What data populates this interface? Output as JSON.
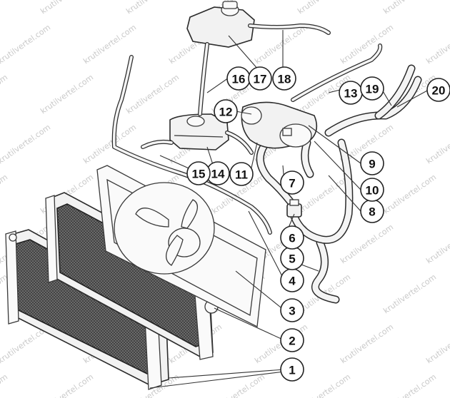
{
  "watermark": {
    "text": "krutilvertel.com"
  },
  "callouts": [
    {
      "id": "1",
      "label": "1"
    },
    {
      "id": "2",
      "label": "2"
    },
    {
      "id": "3",
      "label": "3"
    },
    {
      "id": "4",
      "label": "4"
    },
    {
      "id": "5",
      "label": "5"
    },
    {
      "id": "6",
      "label": "6"
    },
    {
      "id": "7",
      "label": "7"
    },
    {
      "id": "8",
      "label": "8"
    },
    {
      "id": "9",
      "label": "9"
    },
    {
      "id": "10",
      "label": "10"
    },
    {
      "id": "11",
      "label": "11"
    },
    {
      "id": "12",
      "label": "12"
    },
    {
      "id": "13",
      "label": "13"
    },
    {
      "id": "14",
      "label": "14"
    },
    {
      "id": "15",
      "label": "15"
    },
    {
      "id": "16",
      "label": "16"
    },
    {
      "id": "17",
      "label": "17"
    },
    {
      "id": "18",
      "label": "18"
    },
    {
      "id": "19",
      "label": "19"
    },
    {
      "id": "20",
      "label": "20"
    }
  ]
}
